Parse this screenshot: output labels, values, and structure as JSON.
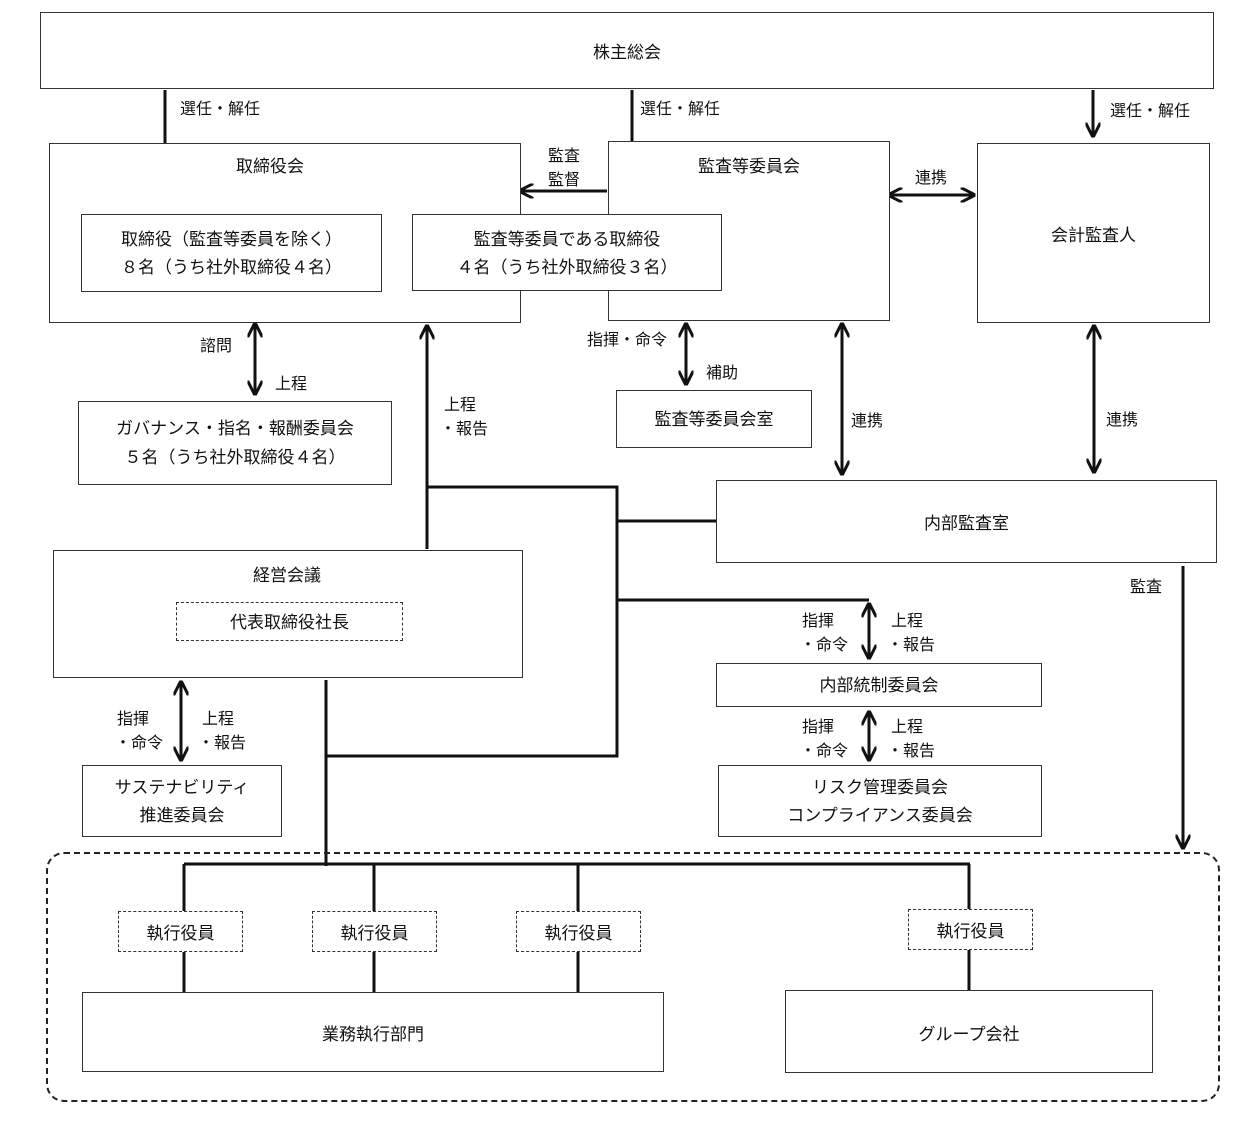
{
  "nodes": {
    "shareholders_meeting": "株主総会",
    "board": "取締役会",
    "directors_excl_line1": "取締役（監査等委員を除く）",
    "directors_excl_line2": "８名（うち社外取締役４名）",
    "audit_committee": "監査等委員会",
    "audit_directors_line1": "監査等委員である取締役",
    "audit_directors_line2": "４名（うち社外取締役３名）",
    "accounting_auditor": "会計監査人",
    "governance_committee_line1": "ガバナンス・指名・報酬委員会",
    "governance_committee_line2": "５名（うち社外取締役４名）",
    "audit_committee_office": "監査等委員会室",
    "internal_audit_office": "内部監査室",
    "management_meeting": "経営会議",
    "president": "代表取締役社長",
    "internal_control_committee": "内部統制委員会",
    "risk_committee_line1": "リスク管理委員会",
    "risk_committee_line2": "コンプライアンス委員会",
    "sustainability_line1": "サステナビリティ",
    "sustainability_line2": "推進委員会",
    "executive_officer": "執行役員",
    "business_divisions": "業務執行部門",
    "group_companies": "グループ会社"
  },
  "labels": {
    "elect_dismiss": "選任・解任",
    "audit": "監査",
    "supervise": "監督",
    "cooperation": "連携",
    "consult": "諮問",
    "report": "上程",
    "report_line2": "・報告",
    "command_line1": "指揮",
    "command_line2": "・命令",
    "command_full": "指揮・命令",
    "assist": "補助"
  }
}
